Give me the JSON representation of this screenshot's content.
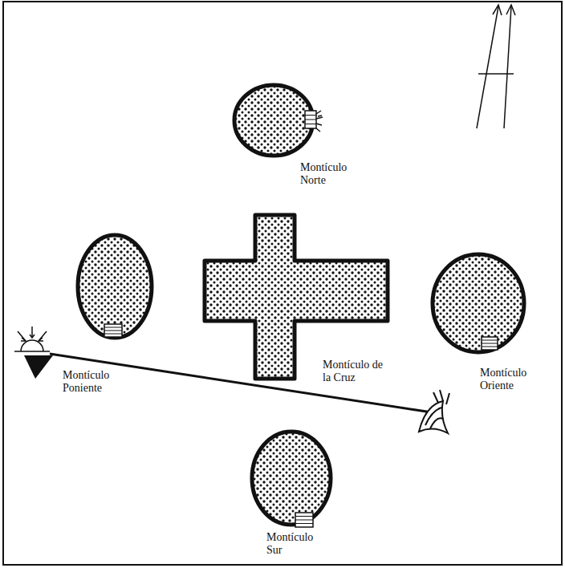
{
  "diagram": {
    "nodes": [
      {
        "text": [
          "Montículo Norte"
        ]
      },
      {
        "text": [
          "Montículo Poniente"
        ]
      },
      {
        "text": [
          "Montículo de la Cruz"
        ]
      },
      {
        "text": [
          "Montículo Oriente"
        ]
      },
      {
        "text": [
          "Montículo Sur"
        ]
      }
    ]
  }
}
